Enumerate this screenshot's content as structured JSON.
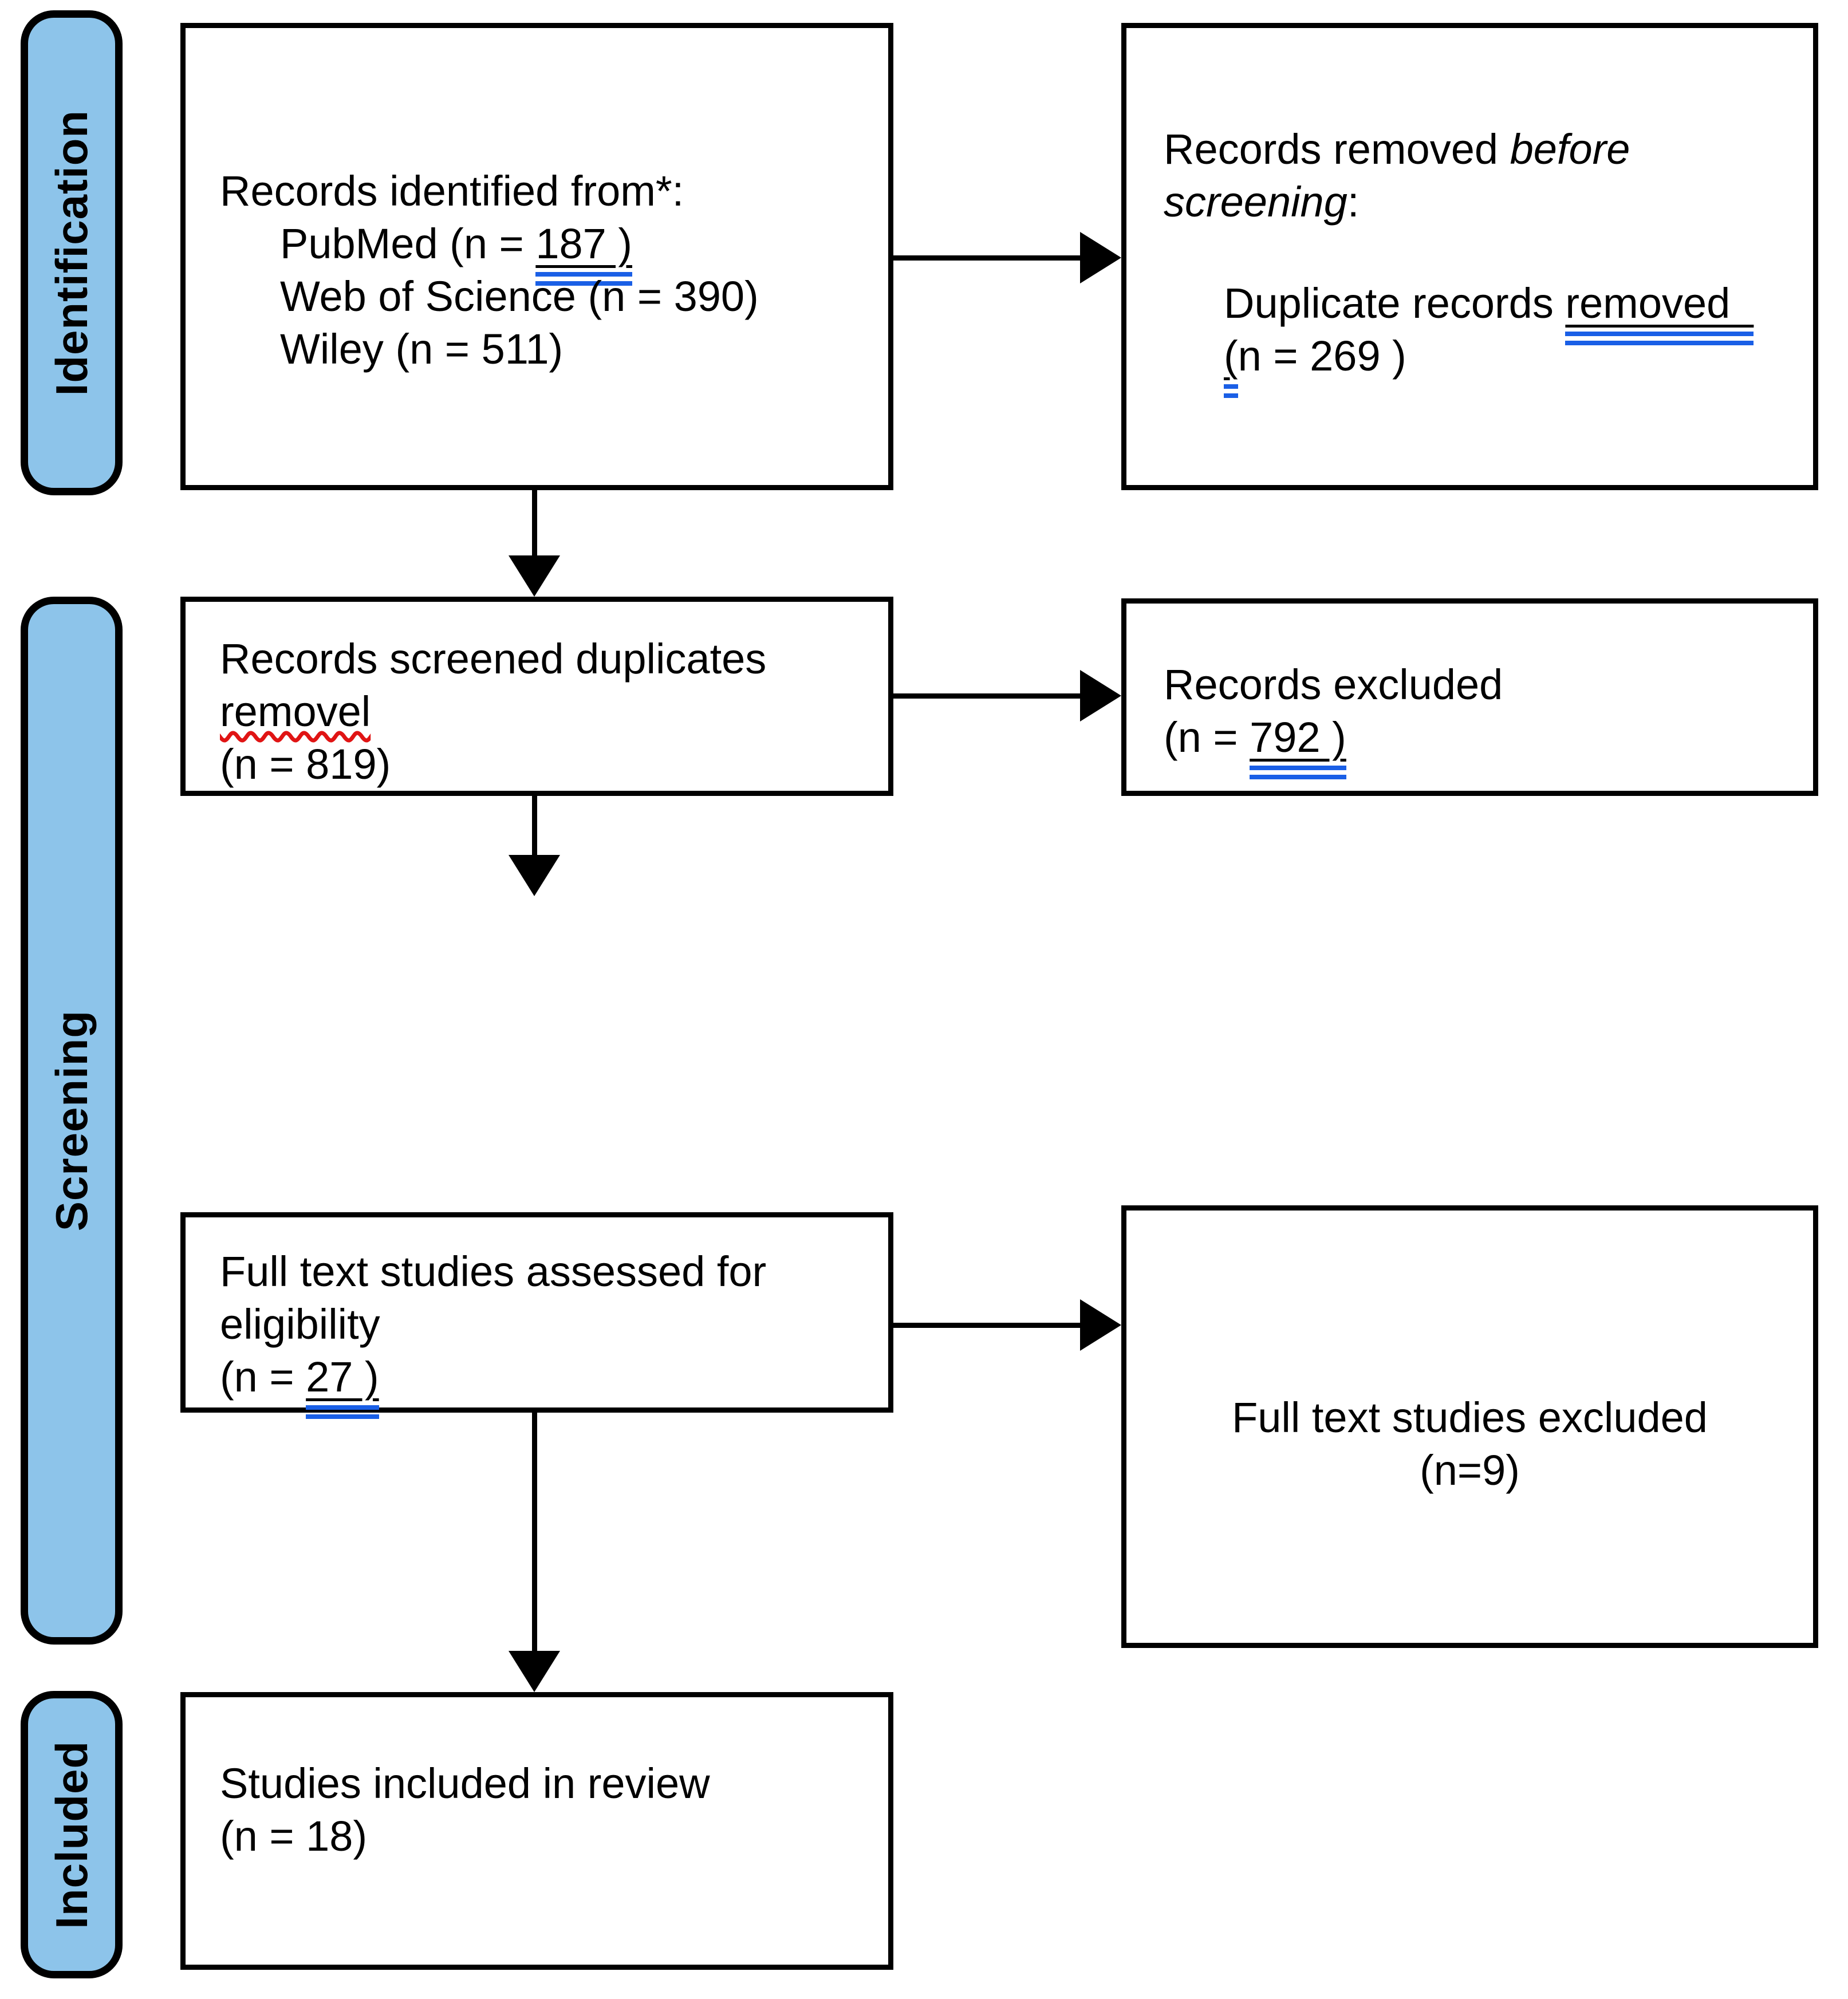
{
  "colors": {
    "stage_fill": "#8dc4ea",
    "border": "#000000",
    "tracked_change_blue": "#1a5fe6",
    "spellcheck_red": "#e01414"
  },
  "stages": {
    "identification": "Identification",
    "screening": "Screening",
    "included": "Included"
  },
  "boxes": {
    "identified": {
      "title": "Records identified from*:",
      "pubmed_pre": "PubMed (n = ",
      "pubmed_marked": "187 )",
      "wos": "Web of Science (n = 390)",
      "wiley": "Wiley (n = 511)"
    },
    "removed_before_screening": {
      "line1_regular": "Records removed ",
      "line1_italic": "before",
      "line2_italic": "screening",
      "line2_regular": ":",
      "detail_pre": "Duplicate records ",
      "detail_marked": "removed  ",
      "count_marked_paren": "(",
      "count_rest": "n = 269 )"
    },
    "screened": {
      "line1": "Records screened duplicates",
      "line2_misspelled": "removel",
      "count": "(n = 819)"
    },
    "records_excluded": {
      "line1": "Records excluded",
      "count_pre": "(n = ",
      "count_marked": "792 )"
    },
    "fulltext_assessed": {
      "line1": "Full text studies assessed for",
      "line2": "eligibility",
      "count_pre": "(n = ",
      "count_marked": "27 )"
    },
    "fulltext_excluded": {
      "line1": "Full text studies excluded",
      "count": "(n=9)"
    },
    "included_in_review": {
      "line1": "Studies included in review",
      "count": "(n = 18)"
    }
  }
}
